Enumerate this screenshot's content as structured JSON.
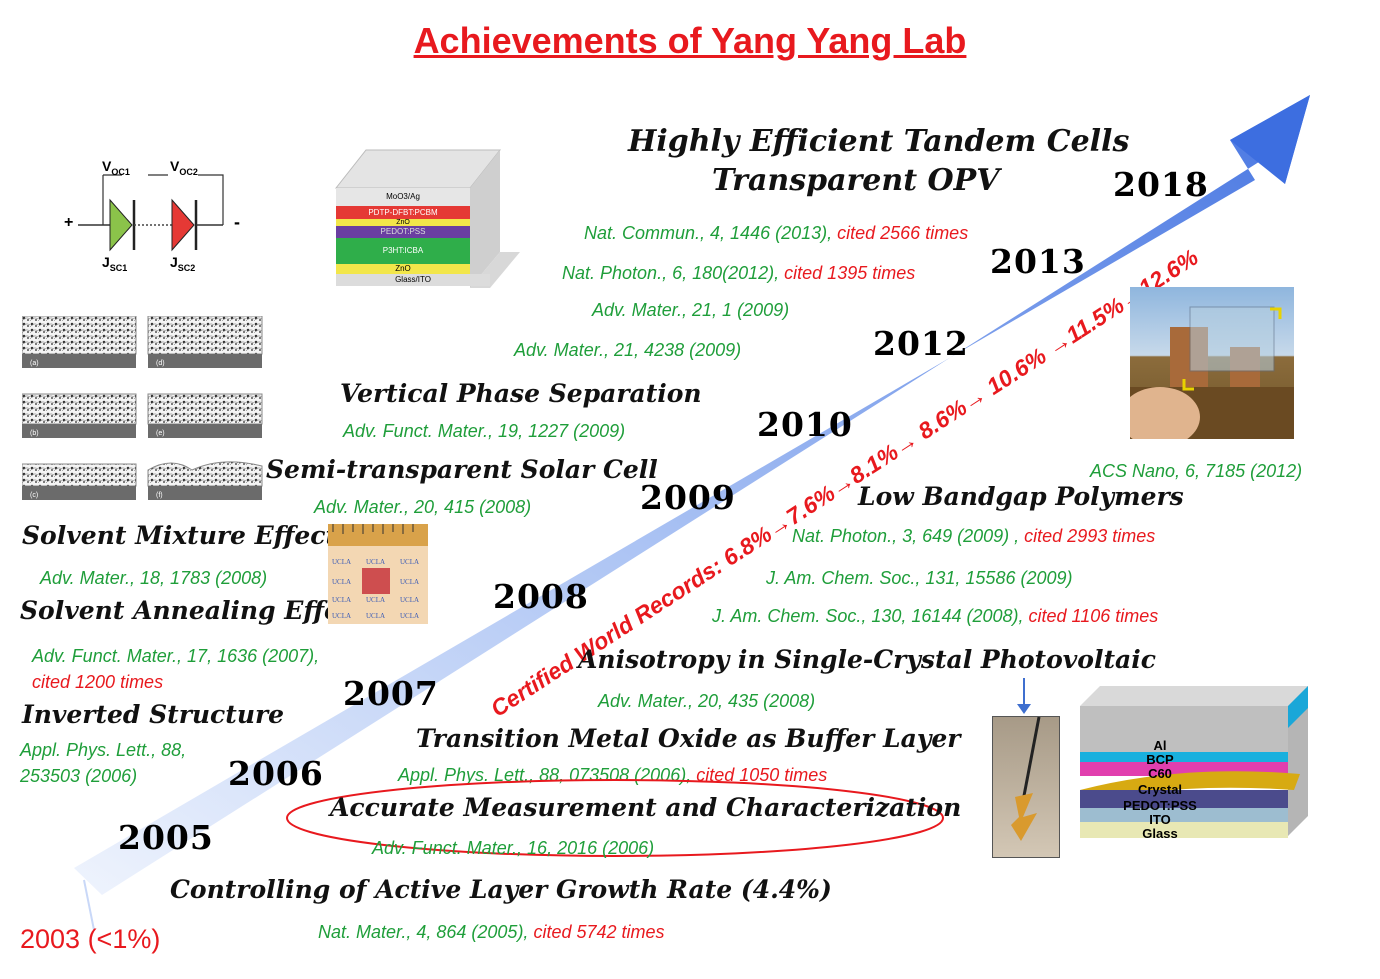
{
  "title": "Achievements of Yang Yang Lab",
  "start_label": "2003 (<1%)",
  "records_prefix": "Certified World Records: ",
  "records_values": "6.8%→7.6%→8.1%→ 8.6%→  10.6%  →11.5%→12.6%",
  "years": [
    "2005",
    "2006",
    "2007",
    "2008",
    "2009",
    "2010",
    "2012",
    "2013",
    "2018"
  ],
  "items": {
    "tandem_heading_1": "Highly Efficient Tandem Cells",
    "tandem_heading_2": "Transparent OPV",
    "cite_natcommun": "Nat. Commun., 4, 1446 (2013),",
    "cite_natcommun_count": " cited 2566 times",
    "cite_natphoton6": "Nat. Photon., 6, 180(2012),",
    "cite_natphoton6_count": " cited 1395 times",
    "cite_advmater21_1": "Adv. Mater., 21, 1 (2009)",
    "cite_advmater21_4238": "Adv. Mater., 21, 4238 (2009)",
    "vertical_heading": "Vertical Phase Separation",
    "cite_afm19": "Adv. Funct. Mater., 19, 1227 (2009)",
    "semi_heading": "Semi-transparent Solar Cell",
    "cite_advmater20_415": "Adv. Mater., 20, 415 (2008)",
    "solvent_mixture_heading": "Solvent Mixture Effect",
    "cite_advmater18": "Adv. Mater., 18, 1783 (2008)",
    "solvent_annealing_heading": "Solvent Annealing Effect",
    "cite_afm17": "Adv. Funct. Mater., 17, 1636 (2007),",
    "cite_afm17_count": "cited 1200 times",
    "inverted_heading": "Inverted Structure",
    "cite_apl88_line1": "Appl. Phys. Lett., 88,",
    "cite_apl88_line2": "253503  (2006)",
    "acsnano": "ACS Nano, 6, 7185 (2012)",
    "lowbandgap_heading": "Low Bandgap Polymers",
    "cite_natphoton3": "Nat. Photon., 3, 649 (2009) ,",
    "cite_natphoton3_count": " cited 2993 times",
    "cite_jacs131": "J. Am. Chem. Soc., 131, 15586 (2009)",
    "cite_jacs130": "J. Am. Chem. Soc., 130, 16144 (2008),",
    "cite_jacs130_count": " cited 1106 times",
    "anisotropy_heading": "Anisotropy in Single-Crystal Photovoltaic",
    "cite_advmater20_435": "Adv. Mater., 20, 435 (2008)",
    "tmo_heading": "Transition Metal Oxide as Buffer Layer",
    "cite_apl88_073508": "Appl. Phys. Lett., 88, 073508 (2006),",
    "cite_apl88_073508_count": " cited 1050 times",
    "accurate_heading": "Accurate Measurement and Characterization",
    "cite_afm16": "Adv. Funct. Mater., 16, 2016 (2006)",
    "controlling_heading": "Controlling of Active Layer Growth Rate (4.4%)",
    "cite_natmater": "Nat. Mater., 4, 864 (2005),",
    "cite_natmater_count": "  cited 5742 times"
  },
  "circuit": {
    "voc1": "V",
    "voc1_sub": "OC1",
    "voc2": "V",
    "voc2_sub": "OC2",
    "jsc1": "J",
    "jsc1_sub": "SC1",
    "jsc2": "J",
    "jsc2_sub": "SC2",
    "plus": "+",
    "minus": "-"
  },
  "tandem_stack": [
    "MoO3/Ag",
    "PDTP-DFBT:PCBM",
    "ZnO",
    "PEDOT:PSS",
    "P3HT:ICBA",
    "ZnO",
    "Glass/ITO"
  ],
  "crystal_stack": [
    "Al",
    "BCP",
    "C60",
    "Crystal",
    "PEDOT:PSS",
    "ITO",
    "Glass"
  ],
  "sem_panels": [
    "(a)",
    "(d)",
    "(b)",
    "(e)",
    "(c)",
    "(f)"
  ],
  "colors": {
    "title": "#e8191e",
    "citation": "#1f9e3a",
    "cited_count": "#e8191e",
    "arrow_light": "#e6eefc",
    "arrow_dark": "#3f6fe0"
  }
}
